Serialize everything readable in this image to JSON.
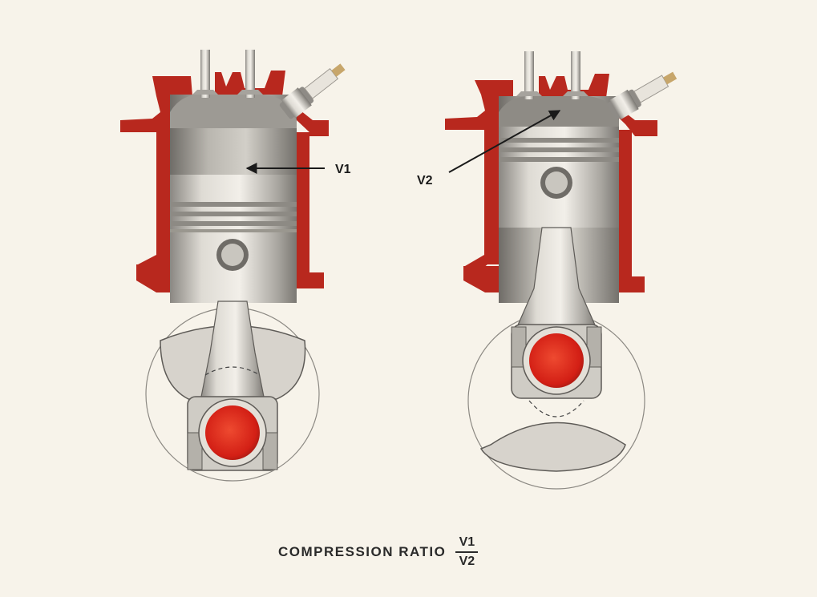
{
  "labels": {
    "v1": "V1",
    "v2": "V2"
  },
  "caption": {
    "text": "COMPRESSION RATIO",
    "numerator": "V1",
    "denominator": "V2"
  },
  "colors": {
    "background": "#f7f3ea",
    "engine_block": "#b8281e",
    "metal": "#c9c6bf",
    "crank_pin": "#d8231a"
  },
  "icons": [
    "valve-icon",
    "spark-plug-icon",
    "piston-icon",
    "connecting-rod-icon",
    "crank-pin-icon"
  ]
}
